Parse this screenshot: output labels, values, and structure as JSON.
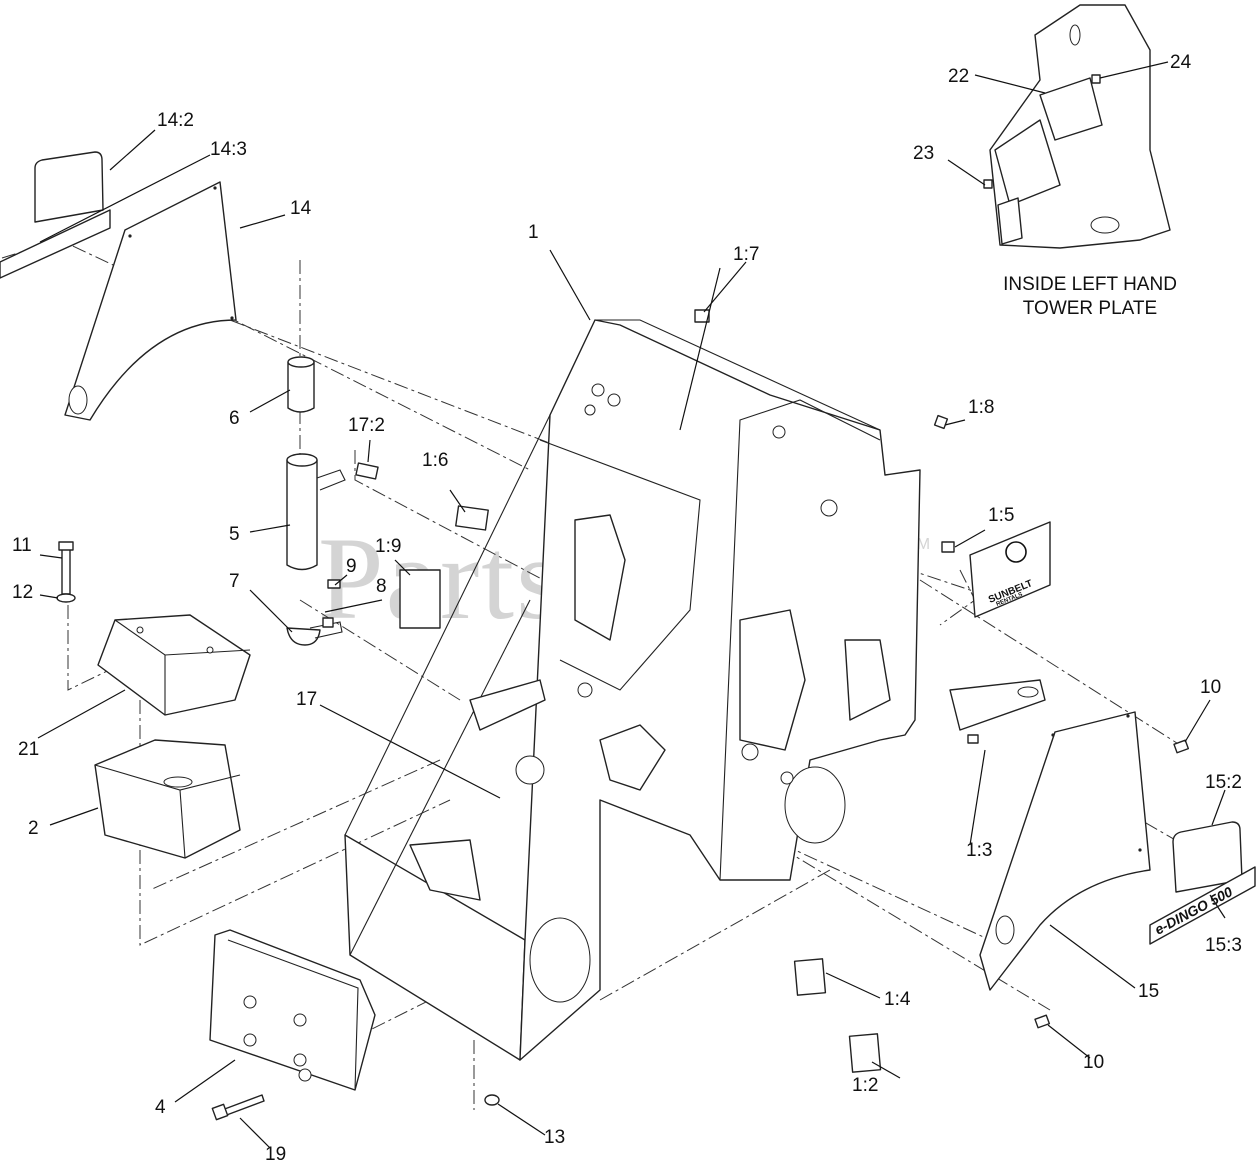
{
  "watermark": {
    "text": "PartsTree",
    "tm": "TM"
  },
  "inset_caption": {
    "line1": "INSIDE LEFT HAND",
    "line2": "TOWER PLATE"
  },
  "callouts": [
    "1",
    "1:2",
    "1:3",
    "1:4",
    "1:5",
    "1:6",
    "1:7",
    "1:8",
    "1:9",
    "2",
    "4",
    "5",
    "6",
    "7",
    "8",
    "9",
    "10",
    "10",
    "11",
    "12",
    "13",
    "14",
    "14:2",
    "14:3",
    "15",
    "15:2",
    "15:3",
    "17",
    "17:2",
    "19",
    "21",
    "22",
    "23",
    "24"
  ],
  "decals": {
    "sunbelt": "SUNBELT",
    "sunbelt_sub": "RENTALS",
    "dingo": "e-DINGO 500"
  }
}
